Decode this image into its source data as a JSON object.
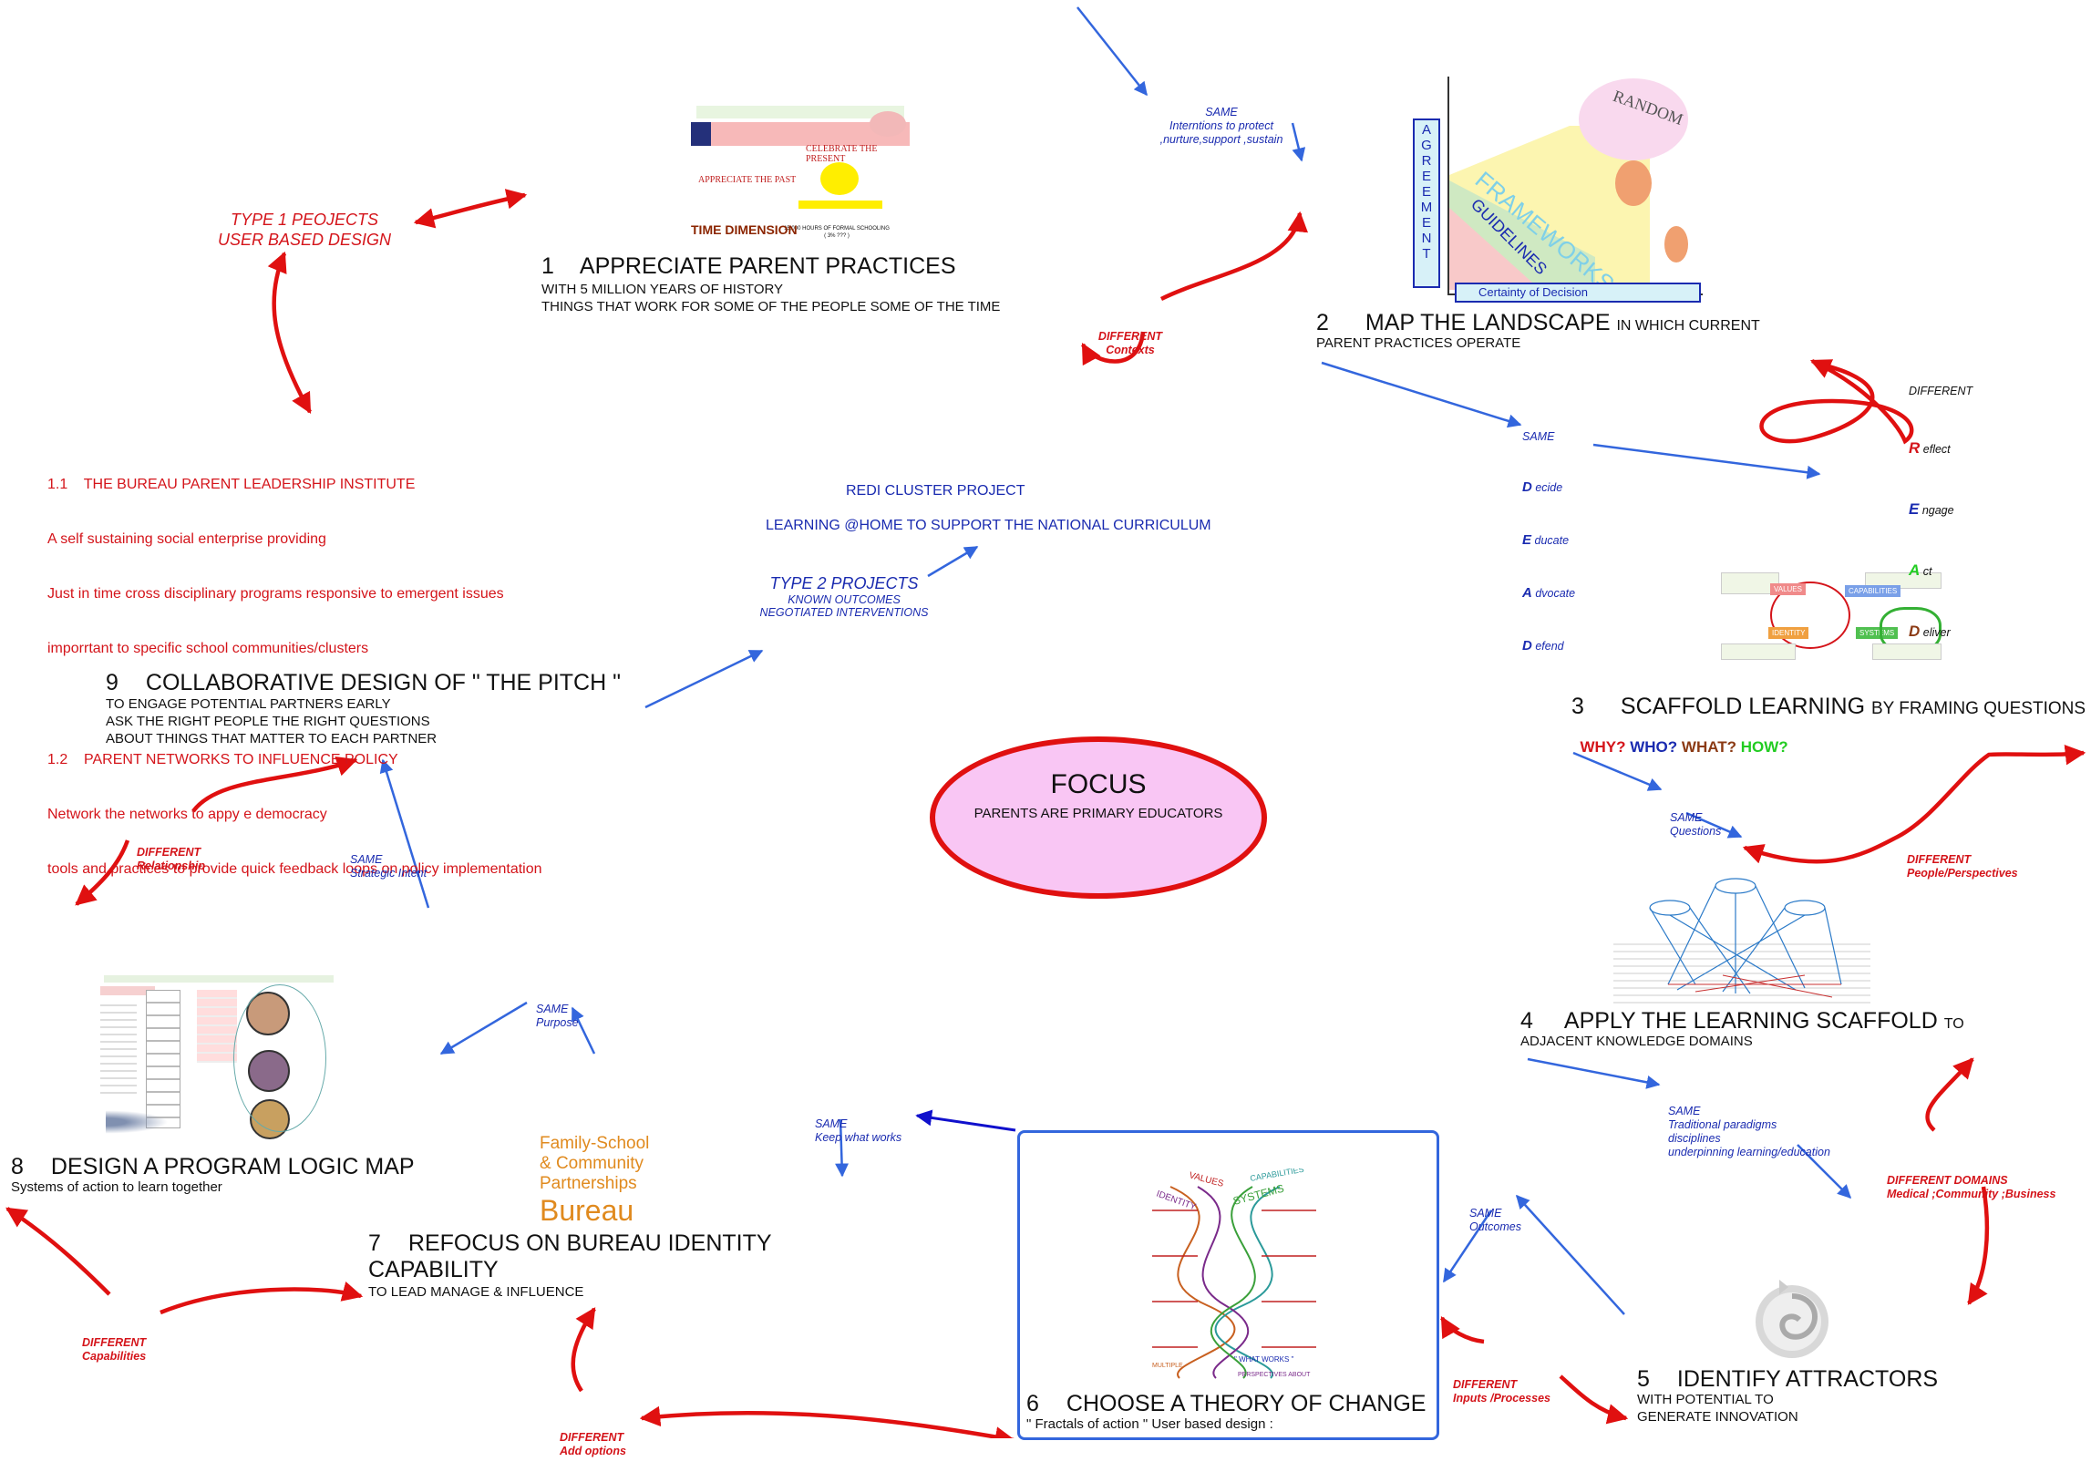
{
  "focus": {
    "title": "FOCUS",
    "subtitle": "PARENTS ARE PRIMARY EDUCATORS"
  },
  "step1": {
    "num": "1",
    "title": "APPRECIATE PARENT PRACTICES",
    "line1": "WITH 5 MILLION YEARS OF HISTORY",
    "line2": "THINGS THAT WORK FOR SOME OF THE PEOPLE SOME OF THE TIME",
    "thumb": {
      "appreciate": "APPRECIATE THE PAST",
      "celebrate": "CELEBRATE THE PRESENT",
      "time": "TIME DIMENSION",
      "hours": "15,000 HOURS OF FORMAL SCHOOLING",
      "percent": "( 3% ??? )"
    }
  },
  "step2": {
    "num": "2",
    "title": "MAP THE LANDSCAPE",
    "tail": "IN WHICH  CURRENT",
    "line1": "PARENT PRACTICES OPERATE",
    "thumb": {
      "agreement": "AGREEMENT",
      "frameworks": "FRAMEWORKS",
      "guidelines": "GUIDELINES",
      "certainty": "Certainty of Decision",
      "random": "RANDOM"
    }
  },
  "step3": {
    "num": "3",
    "title": "SCAFFOLD LEARNING",
    "tail": "BY FRAMING QUESTIONS",
    "q_why": "WHY?",
    "q_who": "WHO?",
    "q_what": "WHAT?",
    "q_how": "HOW?",
    "thumb": {
      "values": "VALUES",
      "capabilities": "CAPABILITIES",
      "identity": "IDENTITY",
      "systems": "SYSTEMS"
    }
  },
  "step4": {
    "num": "4",
    "title": "APPLY THE  LEARNING SCAFFOLD",
    "tail": "TO",
    "line1": "ADJACENT KNOWLEDGE DOMAINS"
  },
  "step5": {
    "num": "5",
    "title": "IDENTIFY ATTRACTORS",
    "line1": "WITH POTENTIAL TO",
    "line2": "GENERATE INNOVATION"
  },
  "step6": {
    "num": "6",
    "title": "CHOOSE A THEORY OF CHANGE",
    "line1": "\" Fractals of action \" User based design :",
    "thumb": {
      "values": "VALUES",
      "capabilities": "CAPABILITIES",
      "identity": "IDENTITY",
      "systems": "SYSTEMS",
      "works": "\" WHAT WORKS \"",
      "multiple": "MULTIPLE",
      "perspectives": "PERSPECTIVES ABOUT"
    }
  },
  "step7": {
    "num": "7",
    "title": "REFOCUS ON BUREAU IDENTITY",
    "title2": "CAPABILITY",
    "line1": "TO LEAD MANAGE & INFLUENCE",
    "logo": {
      "l1": "Family-School",
      "l2": "& Community",
      "l3": "Partnerships",
      "l4": "Bureau"
    }
  },
  "step8": {
    "num": "8",
    "title": "DESIGN A PROGRAM LOGIC MAP",
    "line1": "Systems of action to learn together"
  },
  "step9": {
    "num": "9",
    "title": "COLLABORATIVE DESIGN OF \" THE PITCH \"",
    "line1": "TO ENGAGE POTENTIAL PARTNERS EARLY",
    "line2": "ASK THE RIGHT PEOPLE THE RIGHT QUESTIONS",
    "line3": "ABOUT THINGS THAT MATTER TO EACH PARTNER"
  },
  "type1": {
    "line1": "TYPE 1 PEOJECTS",
    "line2": "USER BASED DESIGN"
  },
  "bureau": {
    "h11": "1.1    THE BUREAU PARENT LEADERSHIP INSTITUTE",
    "l11a": "A self sustaining social enterprise providing",
    "l11b": "Just in time cross disciplinary programs responsive to emergent issues",
    "l11c": "imporrtant to specific school communities/clusters",
    "h12": "1.2    PARENT NETWORKS TO INFLUENCE POLICY",
    "l12a": "Network the networks to appy e democracy",
    "l12b": "tools and practices to provide quick feedback loops on policy implementation"
  },
  "redi": {
    "cluster": "REDI CLUSTER PROJECT",
    "learning": "LEARNING @HOME TO SUPPORT THE NATIONAL CURRICULUM",
    "type2": "TYPE 2 PROJECTS",
    "known": "KNOWN OUTCOMES",
    "negotiated": "NEGOTIATED INTERVENTIONS"
  },
  "labels": {
    "same_intentions": {
      "a": "SAME",
      "b": "Interntions to protect",
      "c": ",nurture,support ,sustain"
    },
    "diff_contexts": {
      "a": "DIFFERENT",
      "b": "Contexts"
    },
    "same_deade": {
      "a": "SAME",
      "d1": "D",
      "d1t": "ecide",
      "d2": "E",
      "d2t": "ducate",
      "d3": "A",
      "d3t": "dvocate",
      "d4": "D",
      "d4t": "efend"
    },
    "diff_reap": {
      "a": "DIFFERENT",
      "r": "R",
      "rt": "eflect",
      "e": "E",
      "et": "ngage",
      "ac": "A",
      "act": "ct",
      "d": "D",
      "dt": "eliver"
    },
    "same_questions": {
      "a": "SAME",
      "b": "Questions"
    },
    "diff_people": {
      "a": "DIFFERENT",
      "b": "People/Perspectives"
    },
    "same_traditional": {
      "a": "SAME",
      "b": "Traditional paradigms",
      "c": "disciplines",
      "d": "underpinning learning/education"
    },
    "diff_domains": {
      "a": "DIFFERENT DOMAINS",
      "b": "Medical ;Community ;Business"
    },
    "same_outcomes": {
      "a": "SAME",
      "b": "Outcomes"
    },
    "diff_inputs": {
      "a": "DIFFERENT",
      "b": "Inputs /Processes"
    },
    "same_keep": {
      "a": "SAME",
      "b": "Keep what works"
    },
    "diff_add": {
      "a": "DIFFERENT",
      "b": "Add options"
    },
    "same_purpose": {
      "a": "SAME",
      "b": "Purpose"
    },
    "diff_capabilities": {
      "a": "DIFFERENT",
      "b": "Capabilities"
    },
    "same_strategic": {
      "a": "SAME",
      "b": "Strategic Intent"
    },
    "diff_relationship": {
      "a": "DIFFERENT",
      "b": "Relationship"
    }
  },
  "colors": {
    "red": "#d4141a",
    "blue": "#1a2bb0",
    "arrow_blue": "#3366dd",
    "focus_fill": "#f9c6f4",
    "why": "#d4141a",
    "who": "#1a2bb0",
    "what": "#8b3a14",
    "how": "#22cc22",
    "bureau_orange": "#e08a1e"
  }
}
